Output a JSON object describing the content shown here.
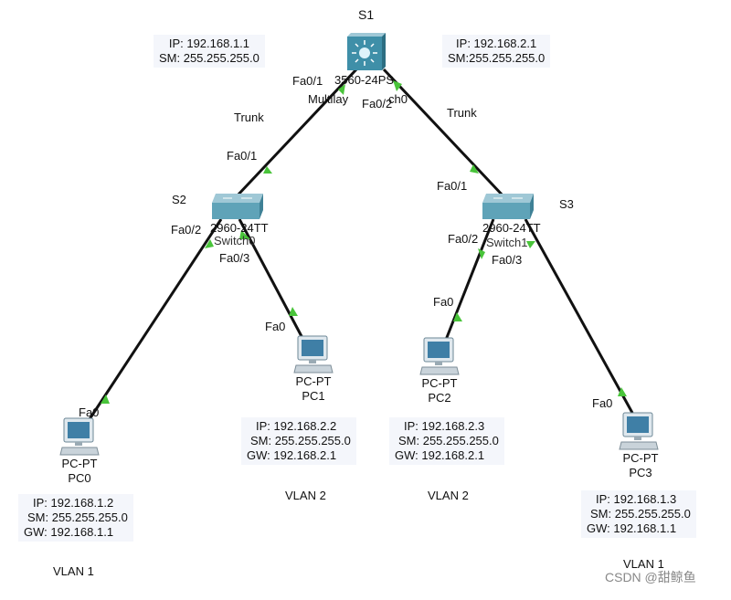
{
  "devices": {
    "s1": {
      "name": "S1",
      "model": "3560-24PS",
      "type_line": "Multilay",
      "type_tail": "ch0"
    },
    "s2": {
      "name": "S2",
      "model": "2960-24TT",
      "hostname": "Switch0"
    },
    "s3": {
      "name": "S3",
      "model": "2960-24TT",
      "hostname": "Switch1"
    },
    "pc0": {
      "model": "PC-PT",
      "name": "PC0",
      "ip": "IP: 192.168.1.2",
      "sm": "SM: 255.255.255.0",
      "gw": "GW: 192.168.1.1",
      "vlan": "VLAN 1"
    },
    "pc1": {
      "model": "PC-PT",
      "name": "PC1",
      "ip": "IP: 192.168.2.2",
      "sm": "SM: 255.255.255.0",
      "gw": "GW: 192.168.2.1",
      "vlan": "VLAN 2"
    },
    "pc2": {
      "model": "PC-PT",
      "name": "PC2",
      "ip": "IP: 192.168.2.3",
      "sm": "SM: 255.255.255.0",
      "gw": "GW: 192.168.2.1",
      "vlan": "VLAN 2"
    },
    "pc3": {
      "model": "PC-PT",
      "name": "PC3",
      "ip": "IP: 192.168.1.3",
      "sm": "SM: 255.255.255.0",
      "gw": "GW: 192.168.1.1",
      "vlan": "VLAN 1"
    }
  },
  "notes": {
    "vlan1_gw": {
      "ip": "IP: 192.168.1.1",
      "sm": "SM: 255.255.255.0"
    },
    "vlan2_gw": {
      "ip": "IP: 192.168.2.1",
      "sm": "SM:255.255.255.0"
    },
    "trunk_left": "Trunk",
    "trunk_right": "Trunk"
  },
  "ports": {
    "s1_fa01": "Fa0/1",
    "s1_fa02": "Fa0/2",
    "s2_fa01": "Fa0/1",
    "s2_fa02": "Fa0/2",
    "s2_fa03": "Fa0/3",
    "s3_fa01": "Fa0/1",
    "s3_fa02": "Fa0/2",
    "s3_fa03": "Fa0/3",
    "pc0_fa0": "Fa0",
    "pc1_fa0": "Fa0",
    "pc2_fa0": "Fa0",
    "pc3_fa0": "Fa0"
  },
  "watermark": "CSDN @甜鲸鱼",
  "colors": {
    "link": "#111111",
    "link_up": "#49c43a",
    "switch": "#3f8fa8"
  }
}
